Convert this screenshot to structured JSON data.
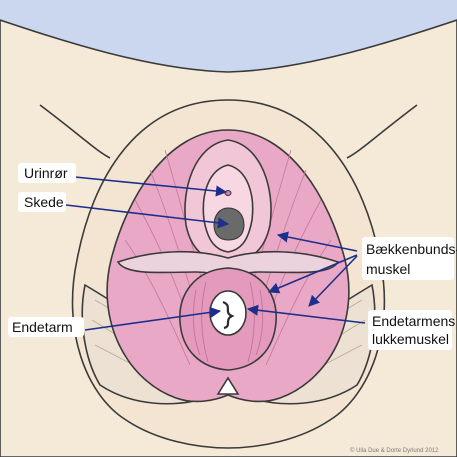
{
  "labels": {
    "urinror": "Urinrør",
    "skede": "Skede",
    "bakkenbund_line1": "Bækkenbunds-",
    "bakkenbund_line2": "muskel",
    "endetarm": "Endetarm",
    "endetarmens_line1": "Endetarmens",
    "endetarmens_line2": "lukkemuskel"
  },
  "credit": "© Ulla Due & Dorte Dyrlund 2012",
  "colors": {
    "background": "#cbd7ee",
    "skin": "#f5ead8",
    "muscle": "#e9a9c6",
    "pointer": "#1c2f8c"
  }
}
